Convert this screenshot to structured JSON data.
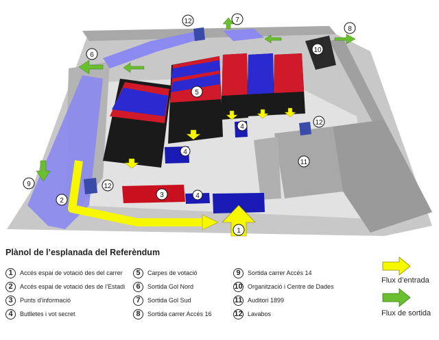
{
  "title": "Plànol de l’esplanada del Referèndum",
  "legend": [
    {
      "num": "1",
      "label": "Accés espai de votació des del carrer"
    },
    {
      "num": "2",
      "label": "Accés espai de votació des de l’Estadi"
    },
    {
      "num": "3",
      "label": "Punts d’informació"
    },
    {
      "num": "4",
      "label": "Butlletes i vot secret"
    },
    {
      "num": "5",
      "label": "Carpes de votació"
    },
    {
      "num": "6",
      "label": "Sortida Gol Nord"
    },
    {
      "num": "7",
      "label": "Sortida Gol Sud"
    },
    {
      "num": "8",
      "label": "Sortida carrer Accés 16"
    },
    {
      "num": "9",
      "label": "Sortida carrer Accés 14"
    },
    {
      "num": "10",
      "label": "Organització i Centre de Dades"
    },
    {
      "num": "11",
      "label": "Auditori 1899"
    },
    {
      "num": "12",
      "label": "Lavabos"
    }
  ],
  "flows": {
    "entry": {
      "label": "Flux d’entrada",
      "color": "#f7f700"
    },
    "exit": {
      "label": "Flux de sortida",
      "color": "#6abf2f"
    }
  },
  "map_labels": {
    "m1": "1",
    "m2": "2",
    "m3": "3",
    "m4a": "4",
    "m4b": "4",
    "m4c": "4",
    "m5": "5",
    "m6": "6",
    "m7": "7",
    "m8": "8",
    "m9": "9",
    "m10": "10",
    "m11": "11",
    "m12a": "12",
    "m12b": "12",
    "m12c": "12"
  },
  "colors": {
    "ground": "#c8c8c8",
    "wall": "#9a9a9a",
    "path_blue": "#8a8af0",
    "tent_red": "#d01a2a",
    "tent_blue": "#2a2ad0",
    "tent_black": "#1a1a1a",
    "info_red": "#c8101e",
    "booth_blue": "#1a1ab4"
  }
}
